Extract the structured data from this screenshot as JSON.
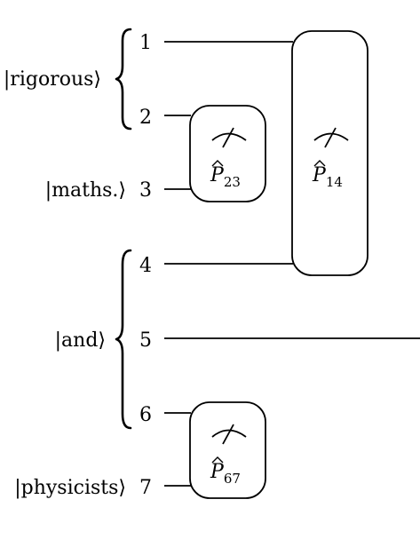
{
  "groups": [
    {
      "label": "|rigorous⟩",
      "qubits": [
        1,
        2
      ]
    },
    {
      "label": "|maths.⟩",
      "qubits": [
        3
      ]
    },
    {
      "label": "|and⟩",
      "qubits": [
        4,
        5,
        6
      ]
    },
    {
      "label": "|physicists⟩",
      "qubits": [
        7
      ]
    }
  ],
  "qubits": [
    "1",
    "2",
    "3",
    "4",
    "5",
    "6",
    "7"
  ],
  "measurements": [
    {
      "symbol": "P",
      "subscript": "23",
      "targets": [
        2,
        3
      ]
    },
    {
      "symbol": "P",
      "subscript": "14",
      "targets": [
        1,
        4
      ]
    },
    {
      "symbol": "P",
      "subscript": "67",
      "targets": [
        6,
        7
      ]
    }
  ],
  "open_wires": [
    5
  ]
}
